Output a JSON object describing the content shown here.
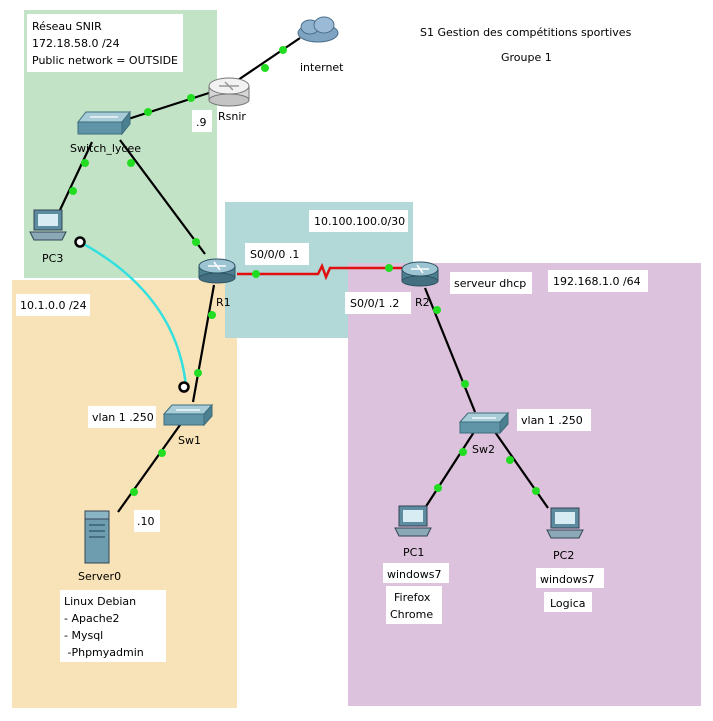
{
  "header": {
    "title": "S1 Gestion des compétitions sportives",
    "group": "Groupe 1"
  },
  "zones": {
    "lan_snir": {
      "name": "Réseau SNIR",
      "network": "172.18.58.0 /24",
      "note": "Public network = OUTSIDE",
      "color": "#c3e3c6"
    },
    "wan": {
      "network": "10.100.100.0/30",
      "color": "#b3d8d8"
    },
    "lan1": {
      "network": "10.1.0.0 /24",
      "color": "#f8e2b7"
    },
    "lan2": {
      "network": "192.168.1.0 /64",
      "color": "#dcc2dc"
    }
  },
  "devices": {
    "internet": {
      "label": "internet",
      "icon": "cloud-icon"
    },
    "rsnir": {
      "label": "Rsnir",
      "ip": ".9",
      "icon": "router-icon"
    },
    "switch_lycee": {
      "label": "Switch_lycee",
      "icon": "switch-icon"
    },
    "pc3": {
      "label": "PC3",
      "icon": "pc-icon"
    },
    "r1": {
      "label": "R1",
      "icon": "router-icon",
      "s000": "S0/0/0  .1"
    },
    "r2": {
      "label": "R2",
      "icon": "router-icon",
      "s001": "S0/0/1  .2",
      "service": "serveur dhcp"
    },
    "sw1": {
      "label": "Sw1",
      "vlan": "vlan 1 .250",
      "icon": "switch-icon"
    },
    "sw2": {
      "label": "Sw2",
      "vlan": "vlan 1   .250",
      "icon": "switch-icon"
    },
    "server0": {
      "label": "Server0",
      "ip": ".10",
      "icon": "server-icon",
      "software": [
        "Linux Debian",
        "- Apache2",
        "- Mysql",
        " -Phpmyadmin"
      ]
    },
    "pc1": {
      "label": "PC1",
      "os": "windows7",
      "apps": [
        "Firefox",
        "Chrome"
      ],
      "icon": "pc-icon"
    },
    "pc2": {
      "label": "PC2",
      "os": "windows7",
      "apps": [
        "Logica"
      ],
      "icon": "pc-icon"
    }
  },
  "colors": {
    "ethernet": "#000000",
    "serial": "#e01010",
    "console": "#33e0e0",
    "link_up": "#22dd22"
  }
}
